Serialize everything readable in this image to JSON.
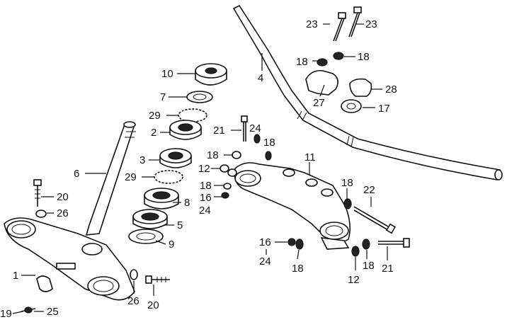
{
  "callouts": {
    "c1": "1",
    "c2": "2",
    "c3": "3",
    "c4": "4",
    "c5": "5",
    "c6": "6",
    "c7": "7",
    "c8": "8",
    "c9": "9",
    "c10": "10",
    "c11": "11",
    "c12": "12",
    "c12b": "12",
    "c16": "16",
    "c16b": "16",
    "c17": "17",
    "c18a": "18",
    "c18b": "18",
    "c18c": "18",
    "c18d": "18",
    "c18e": "18",
    "c18f": "18",
    "c18g": "18",
    "c18h": "18",
    "c19": "19",
    "c20a": "20",
    "c20b": "20",
    "c21a": "21",
    "c21b": "21",
    "c22": "22",
    "c23a": "23",
    "c23b": "23",
    "c24a": "24",
    "c24b": "24",
    "c24c": "24",
    "c25": "25",
    "c26a": "26",
    "c26b": "26",
    "c27": "27",
    "c28": "28",
    "c29a": "29",
    "c29b": "29"
  }
}
